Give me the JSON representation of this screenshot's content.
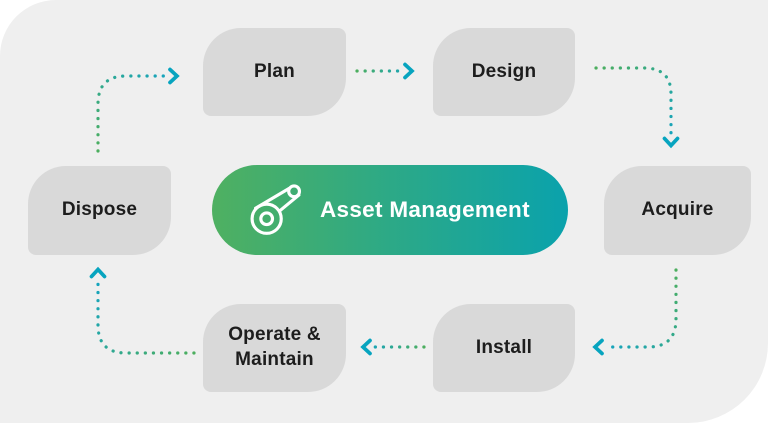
{
  "diagram": {
    "title": "Asset Management",
    "type": "circular-lifecycle-flow"
  },
  "stages": [
    {
      "id": "plan",
      "label": "Plan"
    },
    {
      "id": "design",
      "label": "Design"
    },
    {
      "id": "acquire",
      "label": "Acquire"
    },
    {
      "id": "install",
      "label": "Install"
    },
    {
      "id": "operate",
      "label": "Operate & Maintain"
    },
    {
      "id": "dispose",
      "label": "Dispose"
    }
  ],
  "flow": [
    {
      "from": "Plan",
      "to": "Design"
    },
    {
      "from": "Design",
      "to": "Acquire"
    },
    {
      "from": "Acquire",
      "to": "Install"
    },
    {
      "from": "Install",
      "to": "Operate & Maintain"
    },
    {
      "from": "Operate & Maintain",
      "to": "Dispose"
    },
    {
      "from": "Dispose",
      "to": "Plan"
    }
  ],
  "icons": {
    "center_icon": "asset-tag-icon"
  },
  "colors": {
    "page_bg": "#ffffff",
    "panel_bg": "#efefef",
    "box_bg": "#d9d9d9",
    "label_text": "#1d1d1d",
    "pill_green": "#4fb061",
    "pill_teal": "#0aa2ac",
    "arrow_green": "#4cae5e",
    "arrow_teal": "#12a3c4",
    "arrowhead": "#07a4bf",
    "pill_text": "#ffffff"
  }
}
